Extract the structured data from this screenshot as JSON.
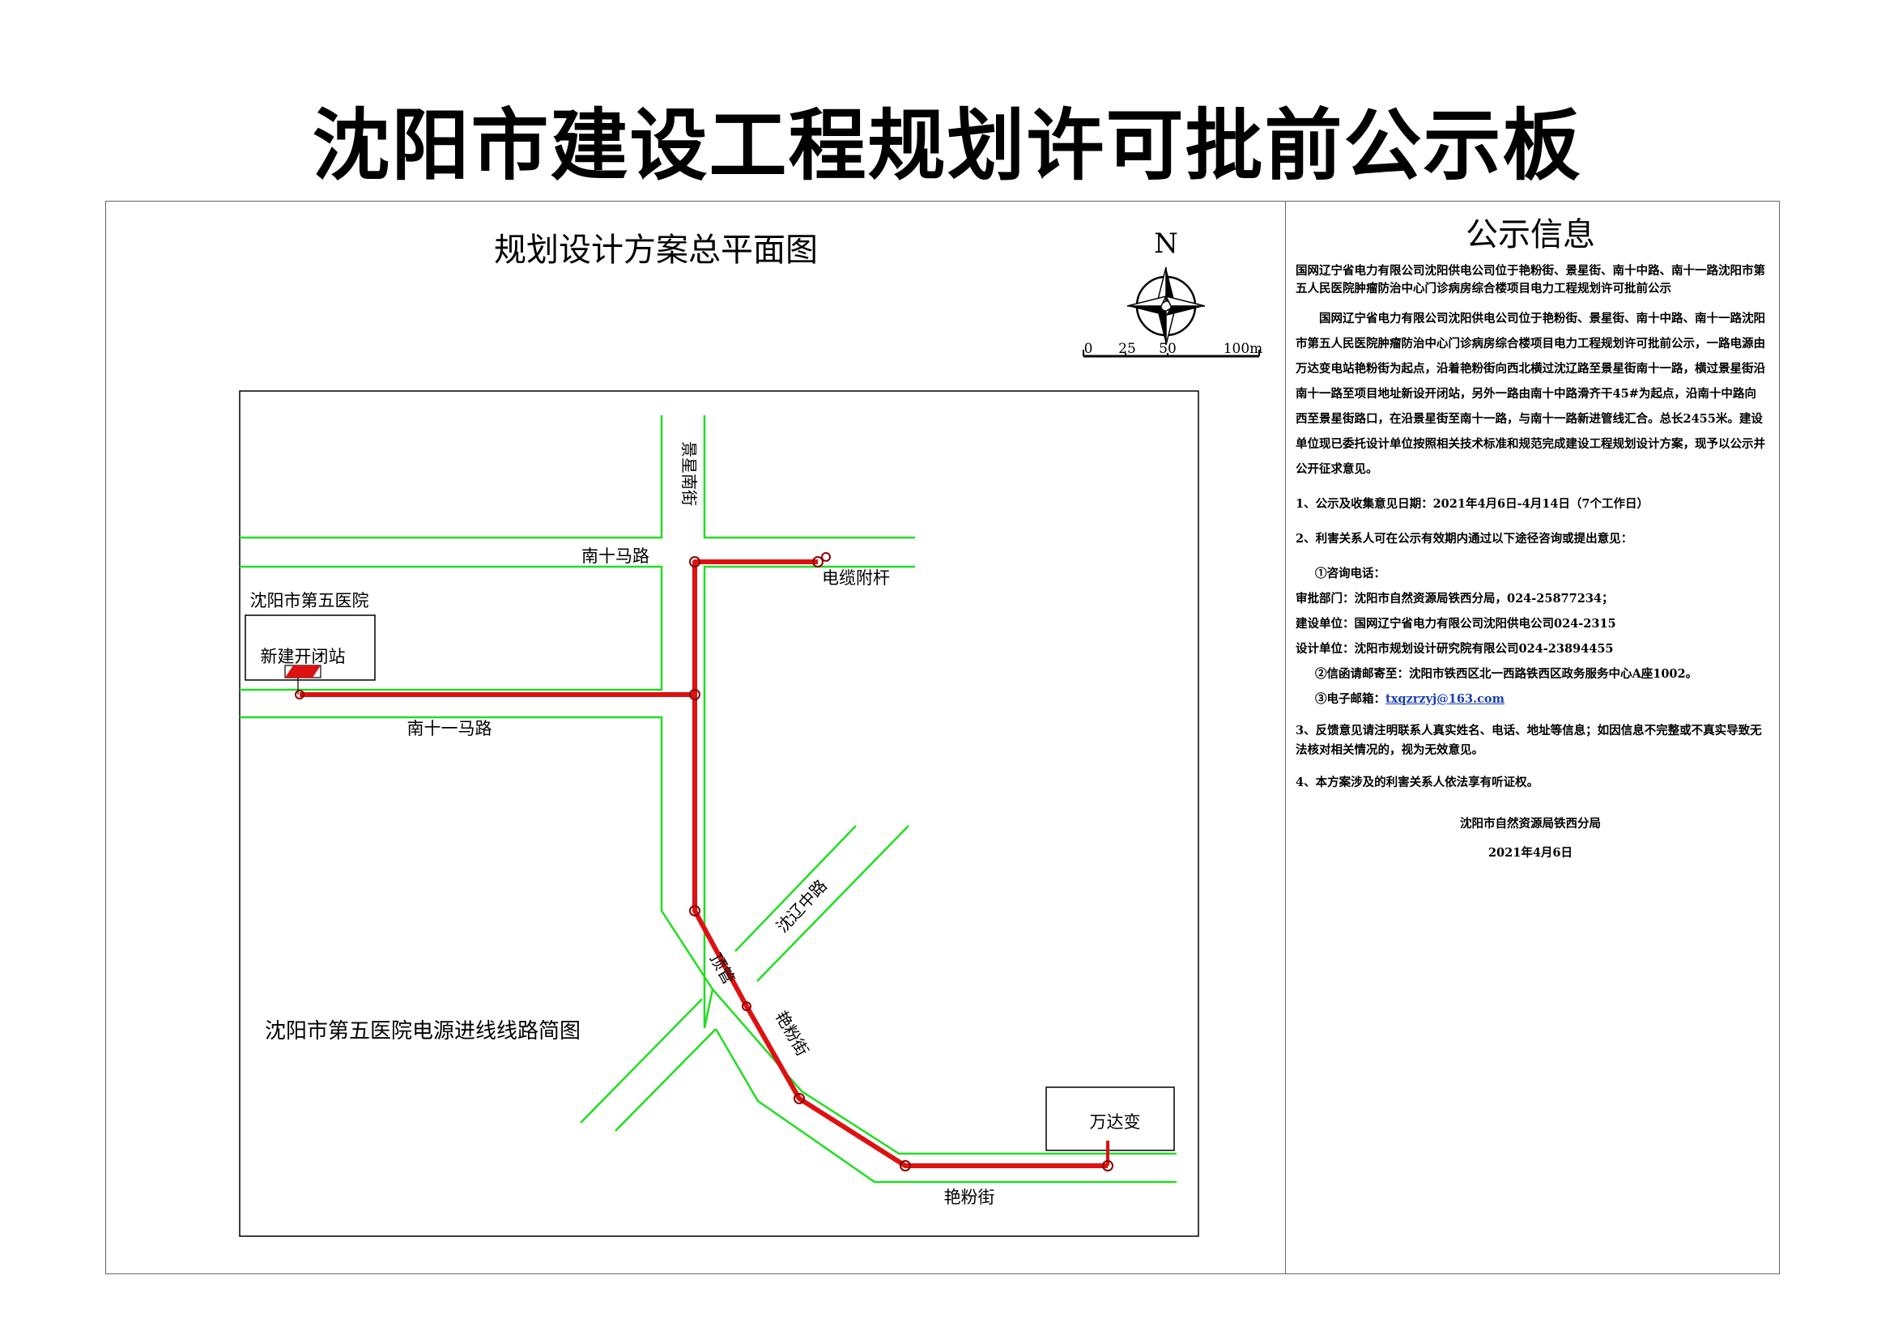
{
  "title": "沈阳市建设工程规划许可批前公示板",
  "plan": {
    "title": "规划设计方案总平面图",
    "north": "N",
    "scale_ticks": [
      "0",
      "25",
      "50",
      "100m"
    ],
    "map_caption": "沈阳市第五医院电源进线线路简图",
    "labels": {
      "jingxing": "景星南街",
      "nanshima": "南十马路",
      "hospital": "沈阳市第五医院",
      "station_new": "新建开闭站",
      "cable_pole": "电缆附杆",
      "nanshiyima": "南十一马路",
      "shenliao": "沈辽中路",
      "dingguan": "顶管",
      "yanfen_diag": "艳粉街",
      "yanfen_bottom": "艳粉街",
      "wanda": "万达变"
    },
    "colors": {
      "road": "#22dd22",
      "cable": "#dd1111",
      "node": "#cc0000"
    }
  },
  "info": {
    "title": "公示信息",
    "lead": "国网辽宁省电力有限公司沈阳供电公司位于艳粉街、景星街、南十中路、南十一路沈阳市第五人民医院肿瘤防治中心门诊病房综合楼项目电力工程规划许可批前公示",
    "body": "国网辽宁省电力有限公司沈阳供电公司位于艳粉街、景星街、南十中路、南十一路沈阳市第五人民医院肿瘤防治中心门诊病房综合楼项目电力工程规划许可批前公示，一路电源由万达变电站艳粉街为起点，沿着艳粉街向西北横过沈辽路至景星街南十一路，横过景星街沿南十一路至项目地址新设开闭站，另外一路由南十中路滑齐干45#为起点，沿南十中路向西至景星街路口，在沿景星街至南十一路，与南十一路新进管线汇合。总长2455米。建设单位现已委托设计单位按照相关技术标准和规范完成建设工程规划设计方案，现予以公示并公开征求意见。",
    "item1": "1、公示及收集意见日期：2021年4月6日-4月14日（7个工作日）",
    "item2": "2、利害关系人可在公示有效期内通过以下途径咨询或提出意见：",
    "phone_head": "①咨询电话：",
    "approval_label": "审批部门：",
    "approval_value": "沈阳市自然资源局铁西分局，024-25877234；",
    "builder_label": "建设单位：",
    "builder_value": "国网辽宁省电力有限公司沈阳供电公司024-2315",
    "designer_label": "设计单位：",
    "designer_value": "沈阳市规划设计研究院有限公司024-23894455",
    "mail": "②信函请邮寄至：沈阳市铁西区北一西路铁西区政务服务中心A座1002。",
    "email_label": "③电子邮箱：",
    "email_value": "txqzrzyj@163.com",
    "item3": "3、反馈意见请注明联系人真实姓名、电话、地址等信息；如因信息不完整或不真实导致无法核对相关情况的，视为无效意见。",
    "item4": "4、本方案涉及的利害关系人依法享有听证权。",
    "signoff_org": "沈阳市自然资源局铁西分局",
    "signoff_date": "2021年4月6日"
  }
}
